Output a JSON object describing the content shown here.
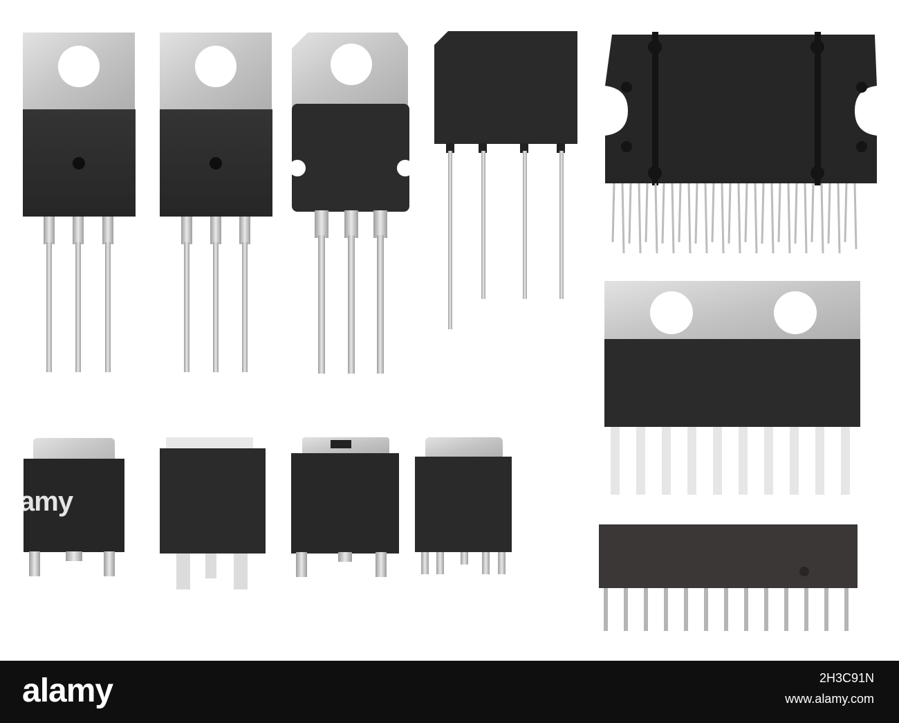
{
  "photo": {
    "subject": "electronic power components on white background",
    "components": [
      {
        "name": "TO-220 transistor",
        "count": 3
      },
      {
        "name": "bridge rectifier",
        "count": 1
      },
      {
        "name": "multi-pin amplifier IC",
        "count": 1
      },
      {
        "name": "single-inline IC with heatsink tab",
        "count": 1
      },
      {
        "name": "DPAK surface-mount transistor",
        "count": 4
      },
      {
        "name": "SIP hybrid IC",
        "count": 1
      }
    ]
  },
  "watermark": {
    "brand": "alamy",
    "image_id": "2H3C91N",
    "site": "www.alamy.com",
    "overlay": "amy"
  },
  "colors": {
    "background": "#ffffff",
    "plastic_body": "#2b2b2b",
    "metal_tab": "#c9c9c9",
    "watermark_bar": "#0f0f0f"
  }
}
